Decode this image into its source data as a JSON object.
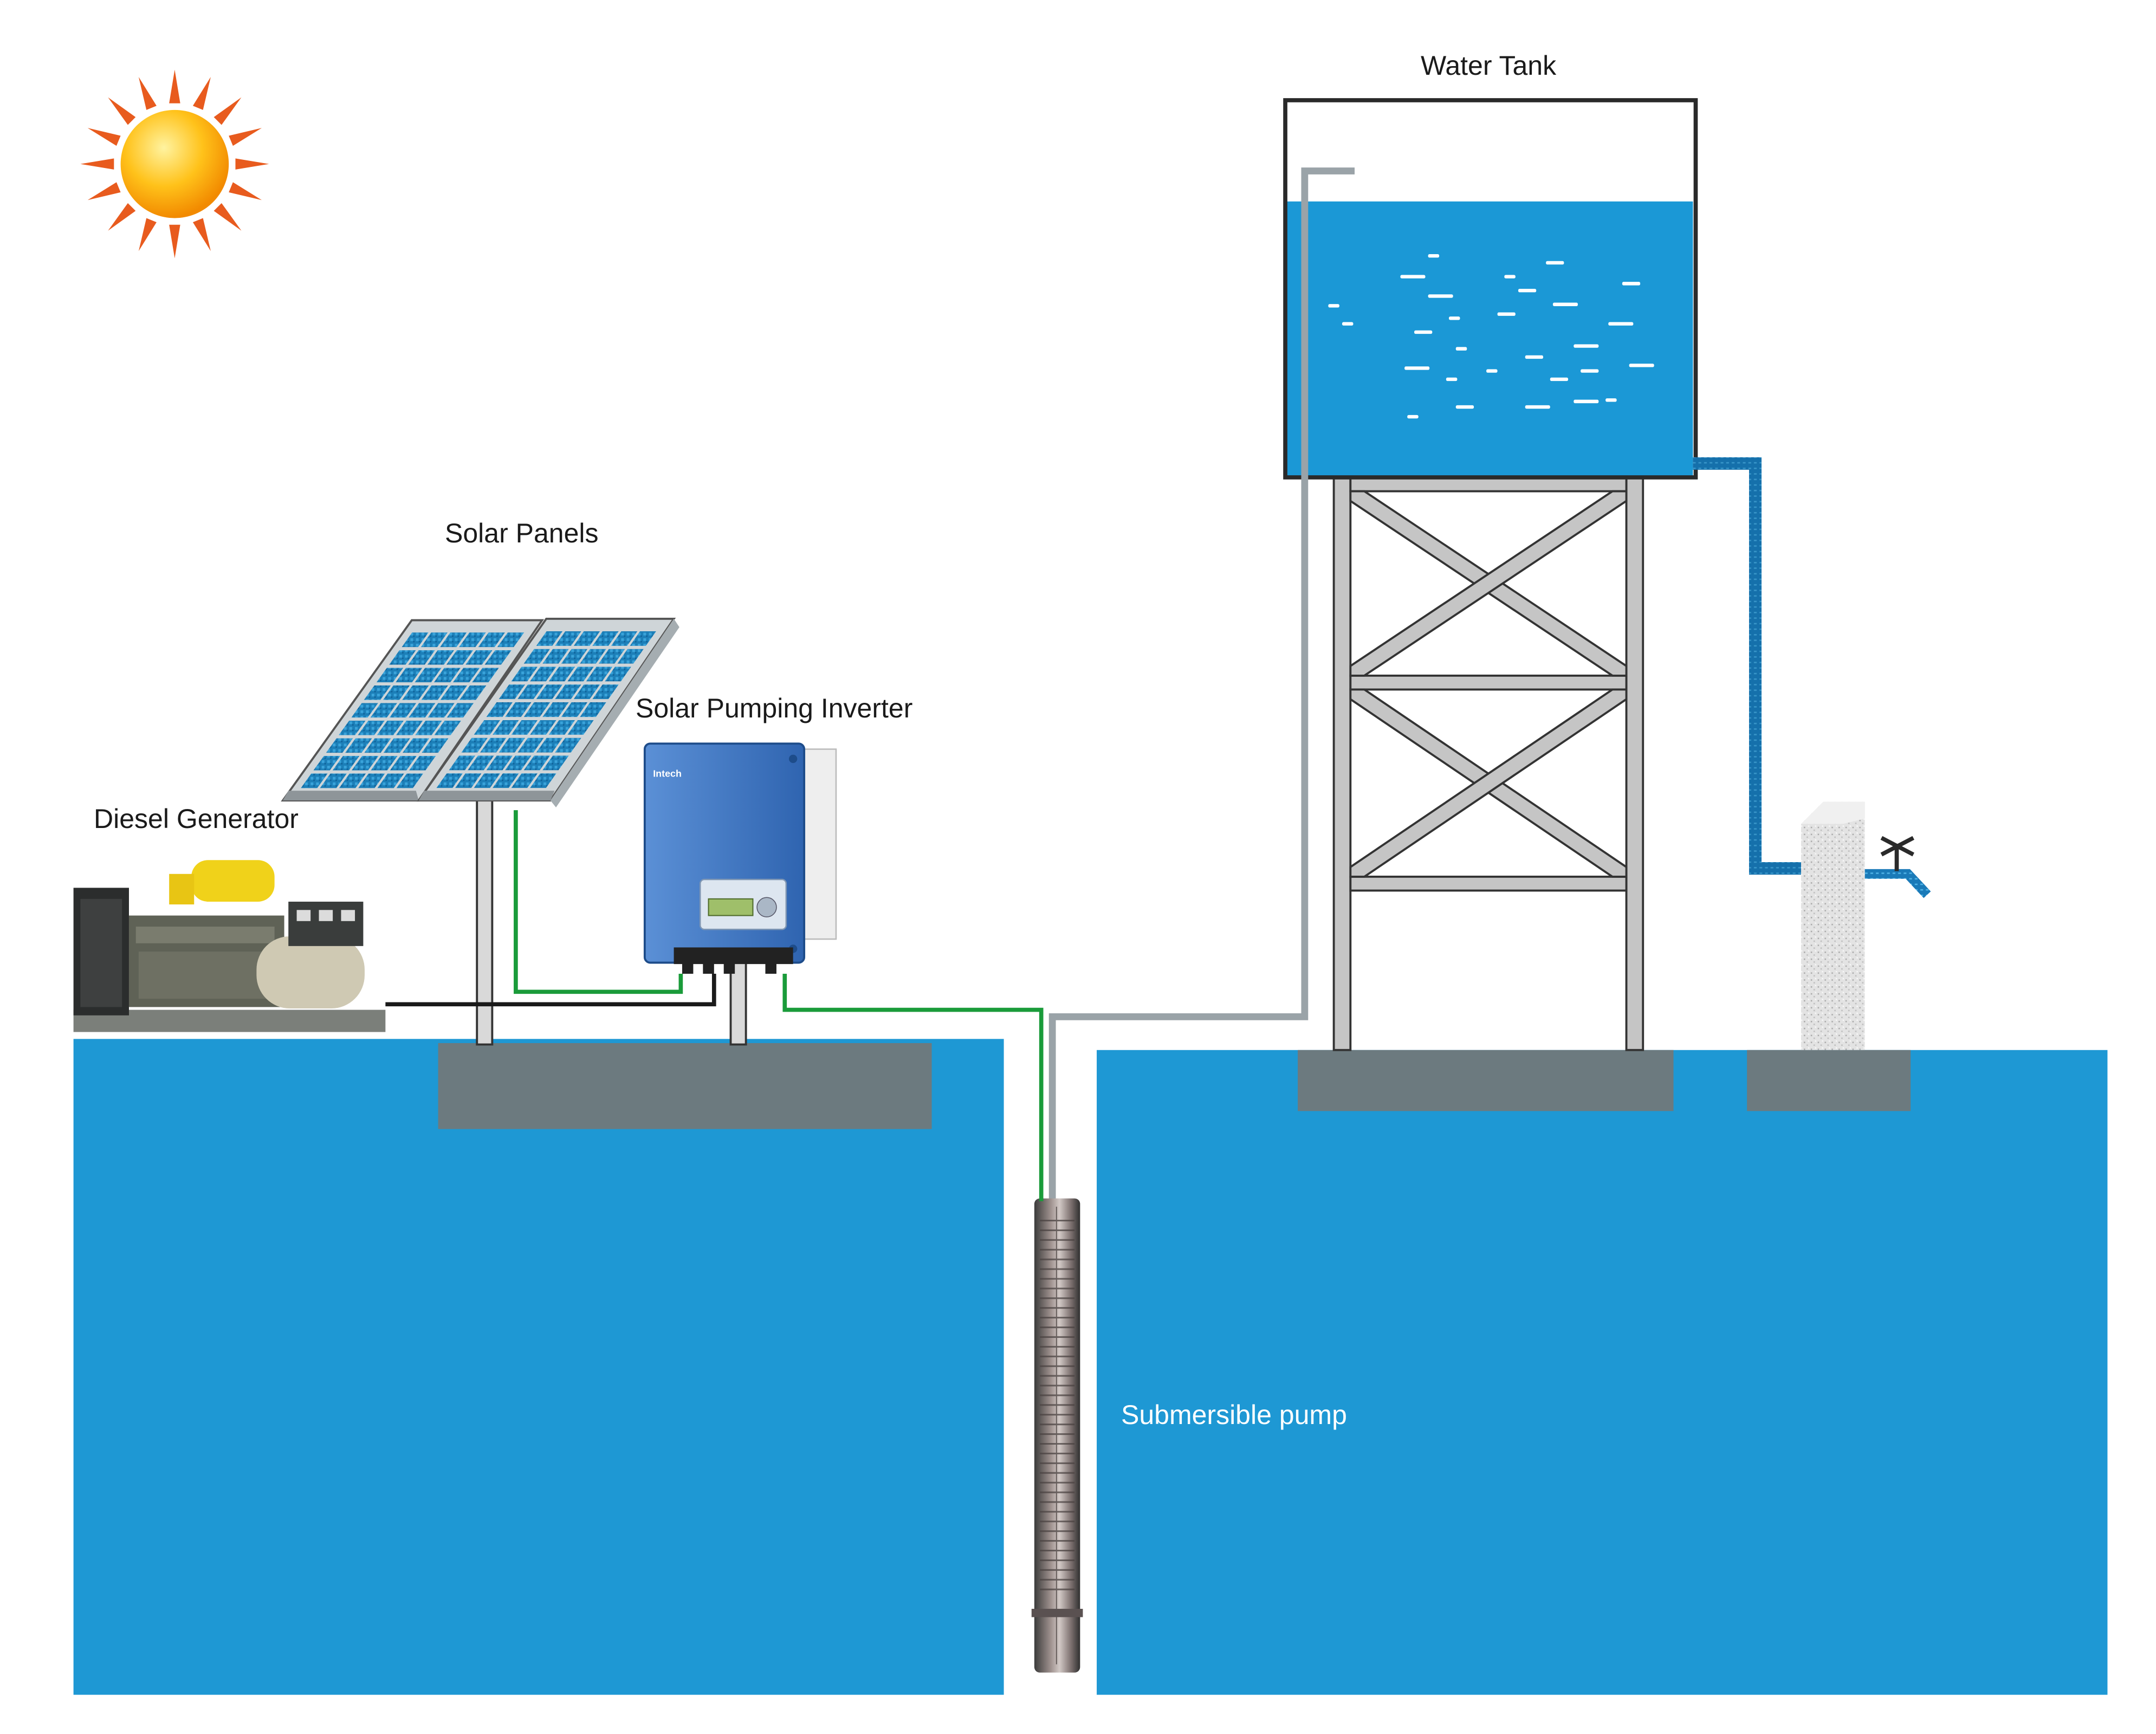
{
  "labels": {
    "water_tank": "Water Tank",
    "solar_panels": "Solar Panels",
    "inverter": "Solar Pumping Inverter",
    "generator": "Diesel Generator",
    "pump": "Submersible pump"
  },
  "inverter_brand": "Intech",
  "colors": {
    "ground": "#1e98d4",
    "water": "#1b98d6",
    "concrete": "#6c7a7f",
    "steel": "#c5c5c5",
    "dc_wire": "#1a9b3a",
    "ac_wire": "#1a1a1a",
    "pipe": "#9aa3a8",
    "inverter_body": "#3d76c4",
    "sun_rays": "#e85b1e",
    "sun_core": "#ffb000"
  }
}
